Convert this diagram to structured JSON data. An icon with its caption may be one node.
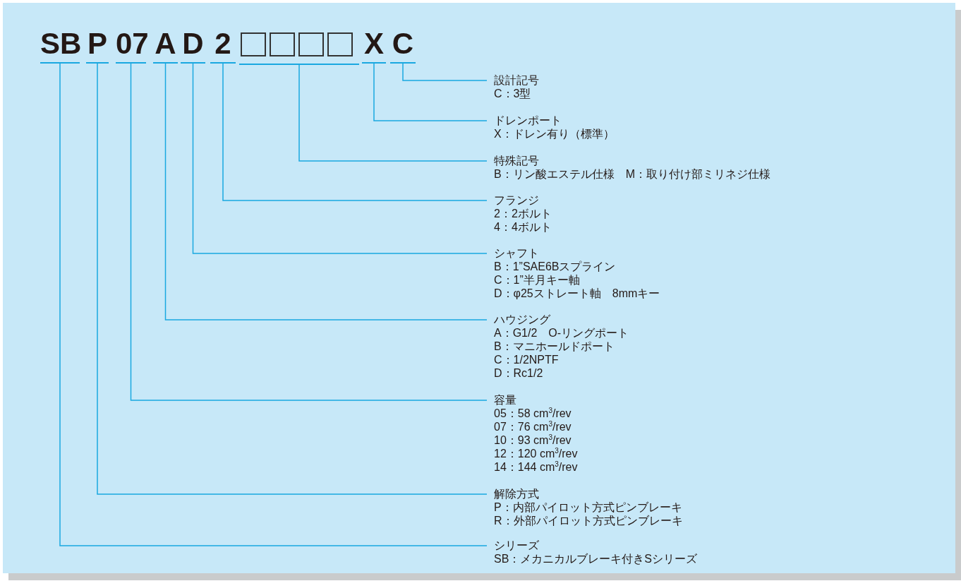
{
  "diagram": {
    "nodes": [
      {
        "text": [
          "SB"
        ]
      },
      {
        "text": [
          "P"
        ]
      },
      {
        "text": [
          "07"
        ]
      },
      {
        "text": [
          "A"
        ]
      },
      {
        "text": [
          "D"
        ]
      },
      {
        "text": [
          "2"
        ]
      },
      {
        "text": [],
        "shape": "box"
      },
      {
        "text": [],
        "shape": "box"
      },
      {
        "text": [],
        "shape": "box"
      },
      {
        "text": [],
        "shape": "box"
      },
      {
        "text": [],
        "shape": "bar"
      },
      {
        "text": [
          "X"
        ]
      },
      {
        "text": [
          "C"
        ]
      },
      {
        "text": [
          "設計記号",
          "C：3型"
        ]
      },
      {
        "text": [
          "ドレンポート",
          "X：ドレン有り（標準）"
        ]
      },
      {
        "text": [
          "特殊記号",
          "B：リン酸エステル仕様　M：取り付け部ミリネジ仕様"
        ]
      },
      {
        "text": [
          "フランジ",
          "2：2ボルト",
          "4：4ボルト"
        ]
      },
      {
        "text": [
          "シャフト",
          "B：1”SAE6Bスプライン",
          "C：1”半月キー軸",
          "D：φ25ストレート軸　8mmキー"
        ]
      },
      {
        "text": [
          "ハウジング",
          "A：G1/2　O-リングポート",
          "B：マニホールドポート",
          "C：1/2NPTF",
          "D：Rc1/2"
        ]
      },
      {
        "text": [
          "容量",
          "05：58 cm$^{3}$/rev",
          "07：76 cm$^{3}$/rev",
          "10：93 cm$^{3}$/rev",
          "12：120 cm$^{3}$/rev",
          "14：144 cm$^{3}$/rev"
        ]
      },
      {
        "text": [
          "解除方式",
          "P：内部パイロット方式ピンブレーキ",
          "R：外部パイロット方式ピンブレーキ"
        ]
      },
      {
        "text": [
          "シリーズ",
          "SB：メカニカルブレーキ付きSシリーズ"
        ]
      }
    ],
    "edges": [
      {
        "from": 13,
        "to": 12,
        "arrow": "none"
      },
      {
        "from": 14,
        "to": 11,
        "arrow": "none"
      },
      {
        "from": 15,
        "to": 10,
        "arrow": "none"
      },
      {
        "from": 16,
        "to": 5,
        "arrow": "none"
      },
      {
        "from": 17,
        "to": 4,
        "arrow": "none"
      },
      {
        "from": 18,
        "to": 3,
        "arrow": "none"
      },
      {
        "from": 19,
        "to": 2,
        "arrow": "none"
      },
      {
        "from": 20,
        "to": 1,
        "arrow": "none"
      },
      {
        "from": 21,
        "to": 0,
        "arrow": "none"
      }
    ]
  }
}
